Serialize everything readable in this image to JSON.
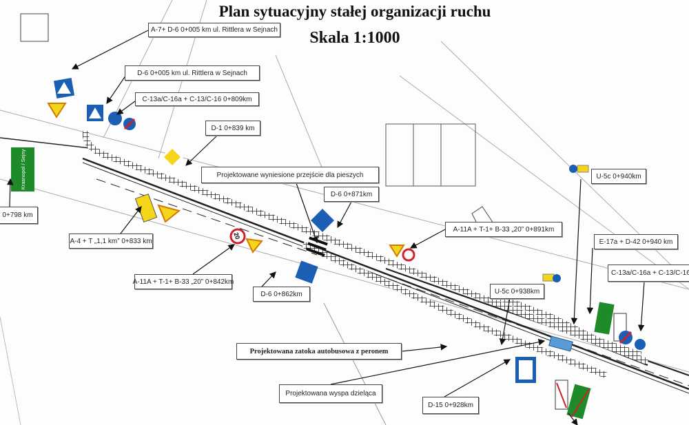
{
  "title": {
    "line1": "Plan sytuacyjny stałej organizacji ruchu",
    "line2": "Skala 1:1000"
  },
  "labels": [
    "A-7+ D-6  0+005 km ul. Rittlera w Sejnach",
    "D-6  0+005 km ul. Rittlera w Sejnach",
    "C-13a/C-16a + C-13/C-16  0+809km",
    "D-1  0+839 km",
    "Projektowane wyniesione przejście dla pieszych",
    "D-6  0+871km",
    "0+798 km",
    "A-4 + T „1,1 km” 0+833 km",
    "A-11A + T-1+ B-33 „20”  0+842km",
    "D-6  0+862km",
    "A-11A + T-1+ B-33 „20”  0+891km",
    "U-5c  0+940km",
    "E-17a + D-42   0+940 km",
    "C-13a/C-16a +  C-13/C-16",
    "U-5c  0+938km",
    "Projektowana zatoka autobusowa z peronem",
    "Projektowana wyspa dzieląca",
    "D-15  0+928km"
  ],
  "signs": {
    "speed_limit": "20",
    "direction_sign_text": "Krasnopol / Sejny"
  },
  "colors": {
    "sign_blue": "#1a5fb4",
    "sign_green": "#1e8a2a",
    "sign_yellow": "#f4d51a",
    "sign_red": "#d0202a",
    "bus_bay": "#5b9bd5"
  }
}
